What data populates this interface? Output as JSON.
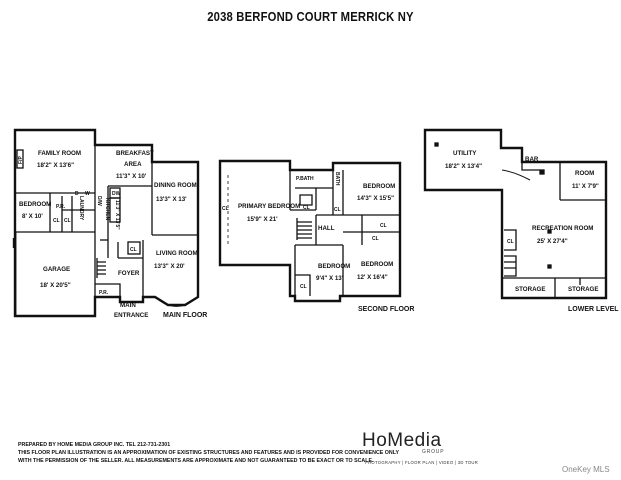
{
  "title": "2038 BERFOND COURT MERRICK NY",
  "floors": {
    "main": {
      "name": "MAIN FLOOR",
      "entrance": [
        "MAIN",
        "ENTRANCE"
      ],
      "rooms": {
        "family_room": {
          "name": "FAMILY ROOM",
          "dim": "18'2\" X 13'6\""
        },
        "breakfast_area": {
          "name": [
            "BREAKFAST",
            "AREA"
          ],
          "dim": "11'3\" X 10'"
        },
        "dining_room": {
          "name": "DINING ROOM",
          "dim": "13'3\" X 13'"
        },
        "bedroom": {
          "name": "BEDROOM",
          "dim": "8' X 10'"
        },
        "kitchen": {
          "name": "KITCHEN",
          "dim": "11'3\" X 13'5\""
        },
        "living_room": {
          "name": "LIVING ROOM",
          "dim": "13'3\" X 20'"
        },
        "garage": {
          "name": "GARAGE",
          "dim": "18' X 20'5\""
        },
        "laundry": "LAUNDRY",
        "foyer": "FOYER"
      },
      "marks": {
        "fp": "F/P",
        "pr1": "P.R.",
        "pr2": "P.R.",
        "cl": "CL",
        "dw": "DW",
        "d": "D",
        "w": "W",
        "dw2": "D/W"
      }
    },
    "second": {
      "name": "SECOND FLOOR",
      "rooms": {
        "primary_bedroom": {
          "name": "PRIMARY BEDROOM",
          "dim": "15'9\" X 21'"
        },
        "bedroom_a": {
          "name": "BEDROOM",
          "dim": "14'3\" X 15'5\""
        },
        "bedroom_b": {
          "name": "BEDROOM",
          "dim": "9'4\" X 13'"
        },
        "bedroom_c": {
          "name": "BEDROOM",
          "dim": "12' X 16'4\""
        },
        "hall": "HALL",
        "bath": "BATH",
        "p_bath": "P.BATH"
      },
      "marks": {
        "cl": "CL"
      }
    },
    "lower": {
      "name": "LOWER LEVEL",
      "rooms": {
        "utility": {
          "name": "UTILITY",
          "dim": "18'2\" X 13'4\""
        },
        "bar": "BAR",
        "room": {
          "name": "ROOM",
          "dim": "11' X 7'9\""
        },
        "recreation_room": {
          "name": "RECREATION ROOM",
          "dim": "25' X 27'4\""
        },
        "storage": "STORAGE"
      },
      "marks": {
        "cl": "CL"
      }
    }
  },
  "footer": {
    "line1": "PREPARED  BY  HOME MEDIA GROUP INC.  TEL 212-731-2301",
    "line2": "THIS FLOOR PLAN ILLUSTRATION IS AN APPROXIMATION OF EXISTING STRUCTURES AND FEATURES AND IS PROVIDED FOR CONVENIENCE ONLY",
    "line3": "WITH THE PERMISSION OF THE SELLER.  ALL MEASUREMENTS ARE APPROXIMATE AND NOT GUARANTEED TO BE EXACT OR TO SCALE."
  },
  "logo": {
    "main": "HoMedia",
    "group": "GROUP",
    "tagline": "PHOTOGRAPHY | FLOOR PLAN | VIDEO | 3D TOUR"
  },
  "watermark": "OneKey MLS"
}
